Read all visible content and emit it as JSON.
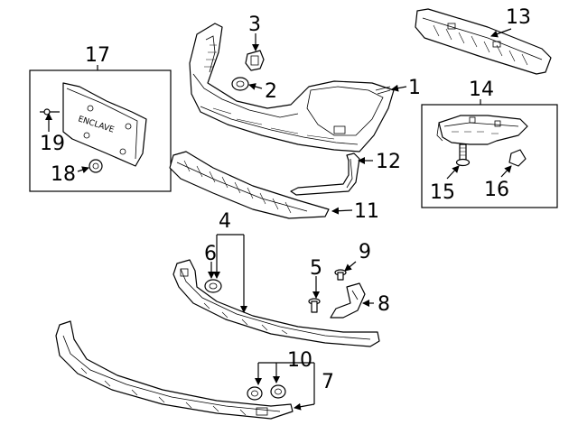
{
  "callouts": {
    "c1": "1",
    "c2": "2",
    "c3": "3",
    "c4": "4",
    "c5": "5",
    "c6": "6",
    "c7": "7",
    "c8": "8",
    "c9": "9",
    "c10": "10",
    "c11": "11",
    "c12": "12",
    "c13": "13",
    "c14": "14",
    "c15": "15",
    "c16": "16",
    "c17": "17",
    "c18": "18",
    "c19": "19"
  },
  "license_plate_text": "ENCLAVE"
}
